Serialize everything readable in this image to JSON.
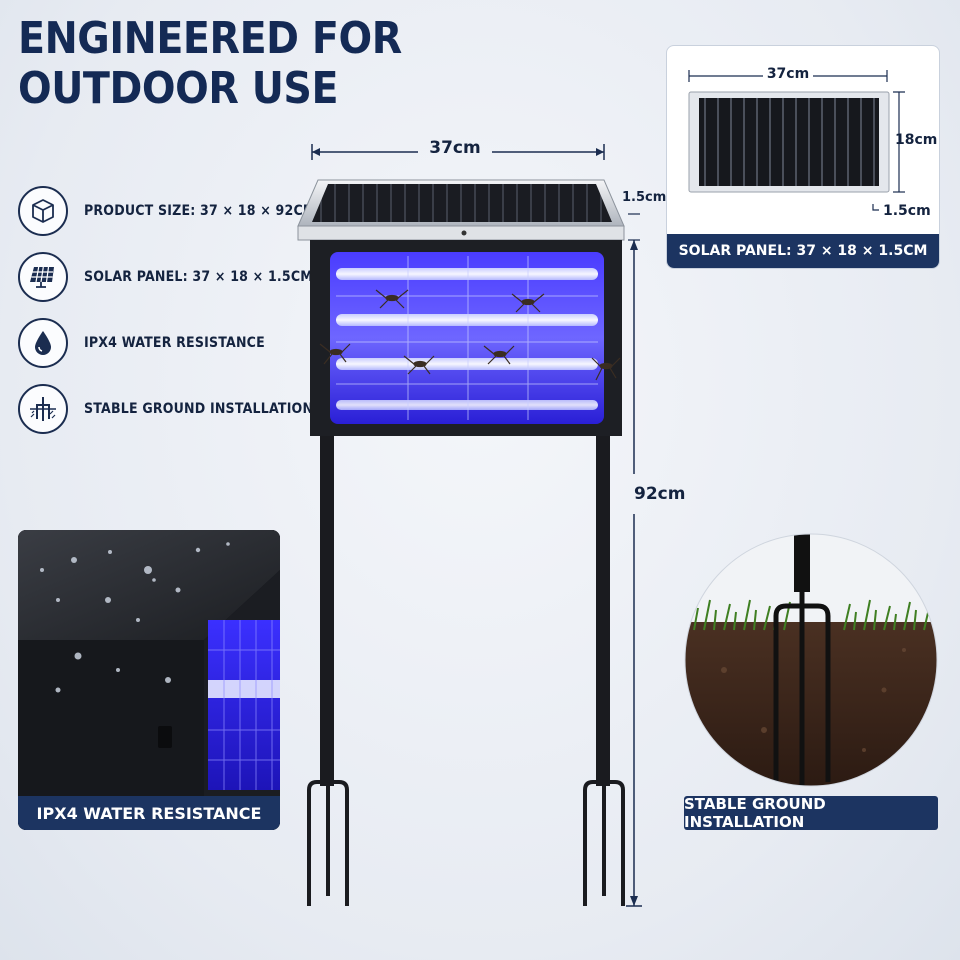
{
  "headline": {
    "line1": "ENGINEERED FOR",
    "line2": "OUTDOOR USE"
  },
  "features": [
    {
      "icon": "cube-icon",
      "label": "PRODUCT SIZE: 37 × 18 × 92cm"
    },
    {
      "icon": "solar-panel-icon",
      "label": "SOLAR PANEL: 37 × 18 × 1.5cm"
    },
    {
      "icon": "water-drop-icon",
      "label": "IPX4 WATER RESISTANCE"
    },
    {
      "icon": "ground-stake-icon",
      "label": "STABLE GROUND INSTALLATION"
    }
  ],
  "dimensions": {
    "width": "37cm",
    "panel_thickness": "1.5cm",
    "height": "92cm"
  },
  "panel_card": {
    "width": "37cm",
    "height": "18cm",
    "thickness": "1.5cm",
    "caption": "SOLAR PANEL: 37 × 18 × 1.5cm"
  },
  "water_card": {
    "caption": "IPX4 WATER RESISTANCE"
  },
  "ground_card": {
    "caption": "STABLE GROUND INSTALLATION"
  },
  "colors": {
    "navy": "#1c3461",
    "uv_blue": "#3a2cff",
    "frame": "#1d1f24"
  }
}
